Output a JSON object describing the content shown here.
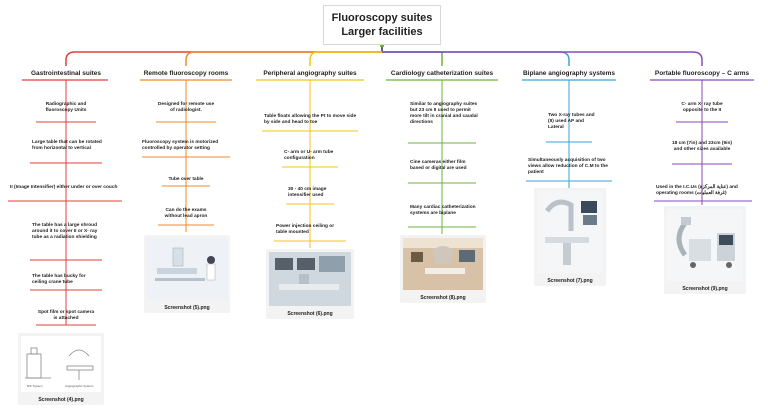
{
  "title": {
    "line1": "Fluoroscopy suites",
    "line2": "Larger facilities"
  },
  "colors": {
    "root": "#222222",
    "gastro": "#e0403a",
    "remote": "#f08a2a",
    "peripheral": "#f2c418",
    "cardio": "#6bb43a",
    "biplane": "#3aa3d8",
    "portable": "#8a4ab8"
  },
  "branches": [
    {
      "id": "gastro",
      "label": "Gastrointestinal suites",
      "nodes": [
        "Radiographic and fluoroscopy Units",
        "Large table that can be rotated from horizontal to vertical",
        "II (Image Intensifier) either under or over couch",
        "The table has a large shroud around it to cover II or X- ray tube as a radiation shielding",
        "The table has bucky for ceiling crane tube",
        "Spot film or spot camera is attached"
      ],
      "screenshot": "Screenshot (4).png",
      "screenshot_labels": [
        "R/F System",
        "Angiographic System"
      ]
    },
    {
      "id": "remote",
      "label": "Remote fluoroscopy rooms",
      "nodes": [
        "Designed for remote use of radiologist.",
        "Fluoroscopy system is motorized controlled by operator setting",
        "Tube over table",
        "Can do the exams without lead apron"
      ],
      "screenshot": "Screenshot (5).png"
    },
    {
      "id": "peripheral",
      "label": "Peripheral angiography suites",
      "nodes": [
        "Table floats allowing the Pt to move side by side and head to toe",
        "C- arm or U- arm tube configuration",
        "30 - 40 cm image intensifier used",
        "Power injection ceiling or table mounted"
      ],
      "screenshot": "Screenshot (6).png"
    },
    {
      "id": "cardio",
      "label": "Cardiology catheterization suites",
      "nodes": [
        "Similar to angiography suites but 23 cm II used to permit more tilt in cranial and caudal directions",
        "Cine cameras either film based or digital are used",
        "Many cardiac catheterization systems are biplane"
      ],
      "screenshot": "Screenshot (8).png"
    },
    {
      "id": "biplane",
      "label": "Biplane angiography systems",
      "nodes": [
        "Two X-ray tubes and (II) used AP and Lateral",
        "Simultaneously acquisition of two views allow reduction of C.M to the patient"
      ],
      "screenshot": "Screenshot (7).png"
    },
    {
      "id": "portable",
      "label": "Portable fluoroscopy – C arms",
      "nodes": [
        "C- arm X- ray tube opposite to the II",
        "18 cm (7in) and 23cm (9in) and other sizes available",
        "Used in the I.C.Us (عناية المركزة) and operating rooms (غرفة العمليات)"
      ],
      "screenshot": "Screenshot (9).png"
    }
  ]
}
